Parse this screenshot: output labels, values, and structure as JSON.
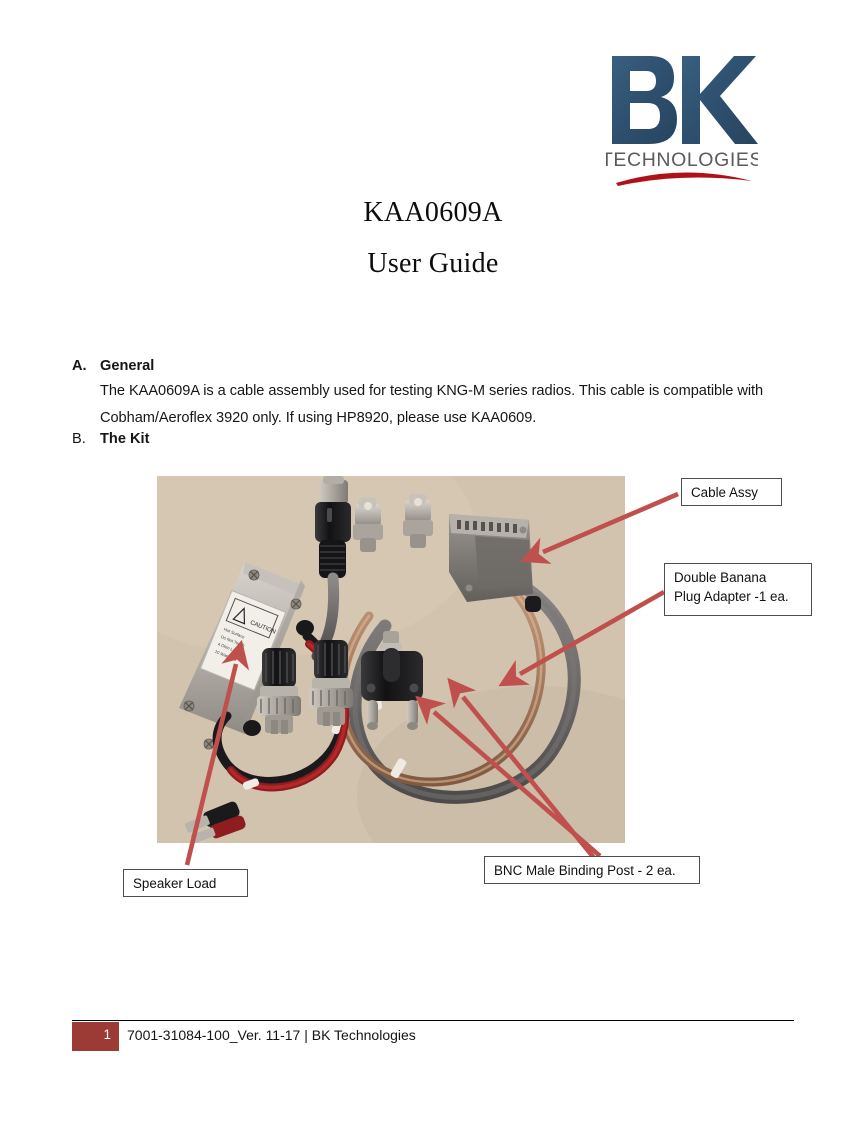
{
  "document": {
    "title_main": "KAA0609A",
    "title_sub": "User Guide"
  },
  "logo": {
    "wordmark": "BK",
    "subtext": "TECHNOLOGIES",
    "blue": "#30527090",
    "blue_solid": "#2f5270",
    "gray": "#5b5b5b",
    "red_swoosh": "#b01118"
  },
  "sections": [
    {
      "marker": "A.",
      "heading": "General",
      "lines": [
        "The KAA0609A is a cable assembly used for testing KNG-M series radios. This cable is compatible with",
        "Cobham/Aeroflex 3920 only. If using HP8920, please use KAA0609."
      ]
    },
    {
      "marker": "B.",
      "heading": "The Kit",
      "lines": []
    }
  ],
  "figure": {
    "alt": "photo-of-kaa0609a-kit-contents",
    "callouts": [
      {
        "id": "cable-assy",
        "lines": [
          "Cable Assy"
        ]
      },
      {
        "id": "double-banana",
        "lines": [
          "Double Banana",
          "Plug Adapter -1 ea."
        ]
      },
      {
        "id": "bnc-binding-post",
        "lines": [
          "BNC Male Binding Post - 2 ea."
        ]
      },
      {
        "id": "speaker-load",
        "lines": [
          "Speaker Load"
        ]
      }
    ],
    "arrow_color": "#c0504d"
  },
  "footer": {
    "page_number": "1",
    "text": "7001-31084-100_Ver. 11-17 | BK Technologies",
    "accent": "#9c3a35"
  }
}
